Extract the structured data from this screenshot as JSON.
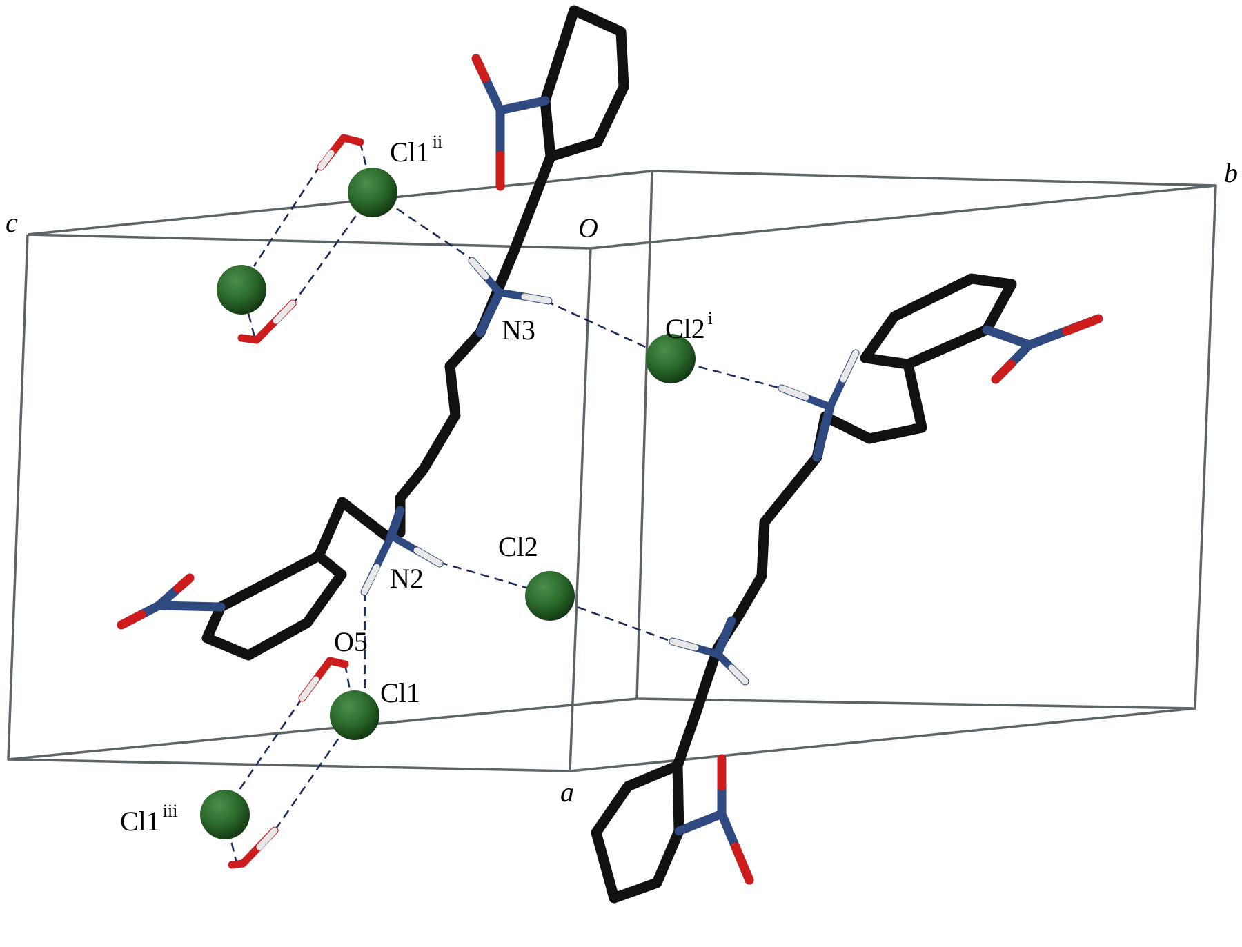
{
  "colors": {
    "background": "#ffffff",
    "unit_cell": "#5c6468",
    "carbon": "#111111",
    "nitrogen": "#2e4a80",
    "oxygen": "#cc1c1c",
    "hydrogen": "#e8e8e8",
    "chlorine": "#2c6a2c",
    "hydrogen_bond": "#1c2c5c"
  },
  "axes": {
    "a": "a",
    "b": "b",
    "c": "c",
    "origin": "O"
  },
  "atom_labels": {
    "cl1_ii": {
      "main": "Cl1",
      "sup": "ii"
    },
    "cl2_i": {
      "main": "Cl2",
      "sup": "i"
    },
    "cl1_iii": {
      "main": "Cl1",
      "sup": "iii"
    },
    "n3": {
      "main": "N3"
    },
    "n2": {
      "main": "N2"
    },
    "cl2": {
      "main": "Cl2"
    },
    "o5": {
      "main": "O5"
    },
    "cl1": {
      "main": "Cl1"
    }
  }
}
